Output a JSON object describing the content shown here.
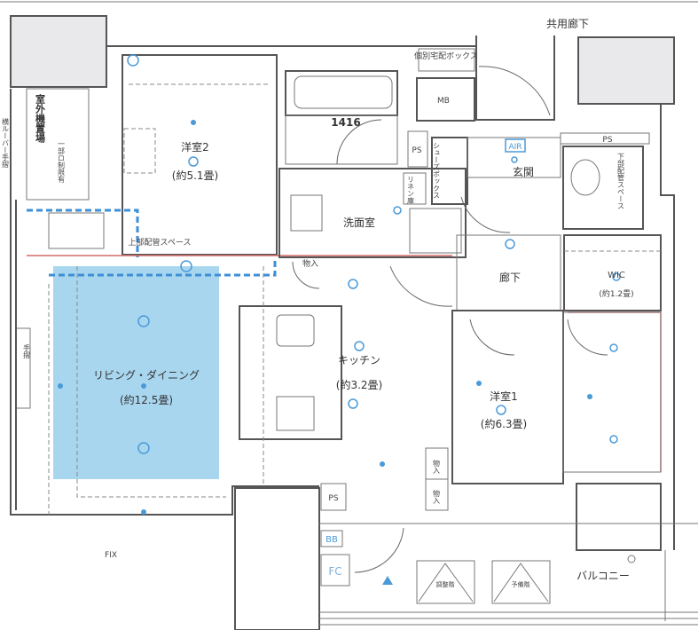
{
  "plan": {
    "common_corridor": "共用廊下",
    "delivery_box": "個別宅配ボックス",
    "mb": "MB",
    "ps_top": "PS",
    "ps_right": "PS",
    "ps_bottom": "PS",
    "shoe_box": "シューズボックス",
    "entrance": "玄関",
    "air": "AIR",
    "linen": "リネン庫",
    "bath_size": "1416",
    "washroom": "洗面室",
    "room2": {
      "name": "洋室2",
      "size": "(約5.1畳)"
    },
    "outdoor_unit": "室外機置場",
    "restriction": "一部ロ制限有",
    "louver": "横ルーバー手摺",
    "handrail": "手摺",
    "upper_pipe": "上部配管スペース",
    "lower_pipe": "下部配管スペース",
    "storage_top": "物入",
    "storage_1": "物入",
    "storage_2": "物入",
    "living": {
      "name": "リビング・ダイニング",
      "size": "(約12.5畳)"
    },
    "kitchen": {
      "name": "キッチン",
      "size": "(約3.2畳)"
    },
    "corridor": "廊下",
    "wic": {
      "name": "WIC",
      "size": "(約1.2畳)"
    },
    "room1": {
      "name": "洋室1",
      "size": "(約6.3畳)"
    },
    "bb": "BB",
    "fc": "FC",
    "fix": "FIX",
    "balcony": "バルコニー",
    "balcony_box_1": "調整階",
    "balcony_box_2": "予備階"
  },
  "colors": {
    "living_highlight": "#a9d6ef",
    "fixtures": "#4a9ad8",
    "boundary": "#d46a6a"
  }
}
